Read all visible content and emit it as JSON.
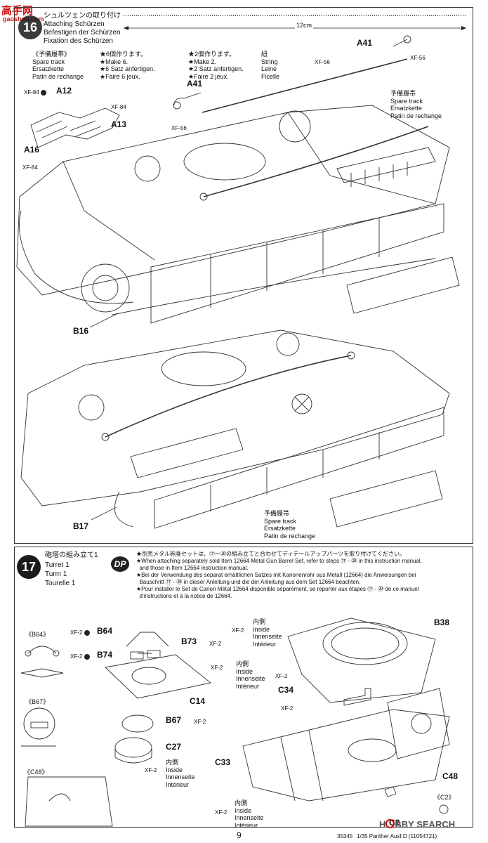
{
  "watermark": {
    "brand": "高手网",
    "url": "gaoshou.com"
  },
  "step16": {
    "number": "16",
    "title_jp": "シュルツェンの取り付け",
    "title_en": "Attaching Schürzen",
    "title_de": "Befestigen der Schürzen",
    "title_fr": "Fixation des Schürzen",
    "spare_track_box": "《予備履帯》\nSpare track\nErsatzkette\nPatin de rechange",
    "make6": "★6個作ります。\n★Make 6.\n★6 Satz anfertigen.\n★Faire 6 jeux.",
    "make2": "★2個作ります。\n★Make 2.\n★2 Satz anfertigen.\n★Faire 2 jeux.",
    "string": "紐\nString\nLeine\nFicelle",
    "length": "12cm",
    "spare_track_upper": "予備履帯\nSpare track\nErsatzkette\nPatin de rechange",
    "spare_track_lower": "予備履帯\nSpare track\nErsatzkette\nPatin de rechange",
    "parts": {
      "A12": "A12",
      "A13": "A13",
      "A16": "A16",
      "A41a": "A41",
      "A41b": "A41",
      "B16": "B16",
      "B17": "B17"
    },
    "paints": {
      "xf84a": "XF-84",
      "xf84b": "XF-84",
      "xf84c": "XF-84",
      "xf56a": "XF-56",
      "xf56b": "XF-56",
      "xf56c": "XF-56"
    }
  },
  "step17": {
    "number": "17",
    "title_jp": "砲塔の組み立て1",
    "title_en": "Turret 1",
    "title_de": "Turm 1",
    "title_fr": "Tourelle 1",
    "dp": "DP",
    "note": "★別売メタル砲身セットは、⑰〜⑳の組み立てと合わせてディテールアップパーツを取り付けてください。\n★When attaching separately sold Item 12664 Metal Gun Barrel Set, refer to steps ⑰ - ⑳ in this instruction manual,\n  and those in Item 12664 instruction manual.\n★Bei der Verwendung des separat erhältlichen Satzes mit Kanonenrohr aus Metall (12664) die Anweisungen bei\n  Bauschritt ⑰ - ⑳ in dieser Anleitung und die der Anleitung aus dem Set 12664 beachten.\n★Pour installer le Set de Canon Métal 12664 disponible séparément, se reporter aux étapes ⑰ - ⑳ de ce manuel\n  d'instructions et à la notice de 12664.",
    "inside1": "内側\nInside\nInnenseite\nIntérieur",
    "inside2": "内側\nInside\nInnenseite\nIntérieur",
    "inside3": "内側\nInside\nInnenseite\nIntérieur",
    "inside4": "内側\nInside\nInnenseite\nIntérieur",
    "parts": {
      "B64": "B64",
      "B73": "B73",
      "B74": "B74",
      "C14": "C14",
      "B67": "B67",
      "C27": "C27",
      "B38": "B38",
      "C34": "C34",
      "C33": "C33",
      "C48": "C48",
      "C2": "C2"
    },
    "details": {
      "b64": "《B64》",
      "b67": "《B67》",
      "c48": "《C48》",
      "c2": "《C2》"
    },
    "paint": "XF-2"
  },
  "footer": {
    "page": "9",
    "code": "35345",
    "title": "1/35 Panther Ausf.D (11054721)"
  },
  "hobbysearch": {
    "prefix": "H",
    "text": "BBY SEARCH"
  }
}
